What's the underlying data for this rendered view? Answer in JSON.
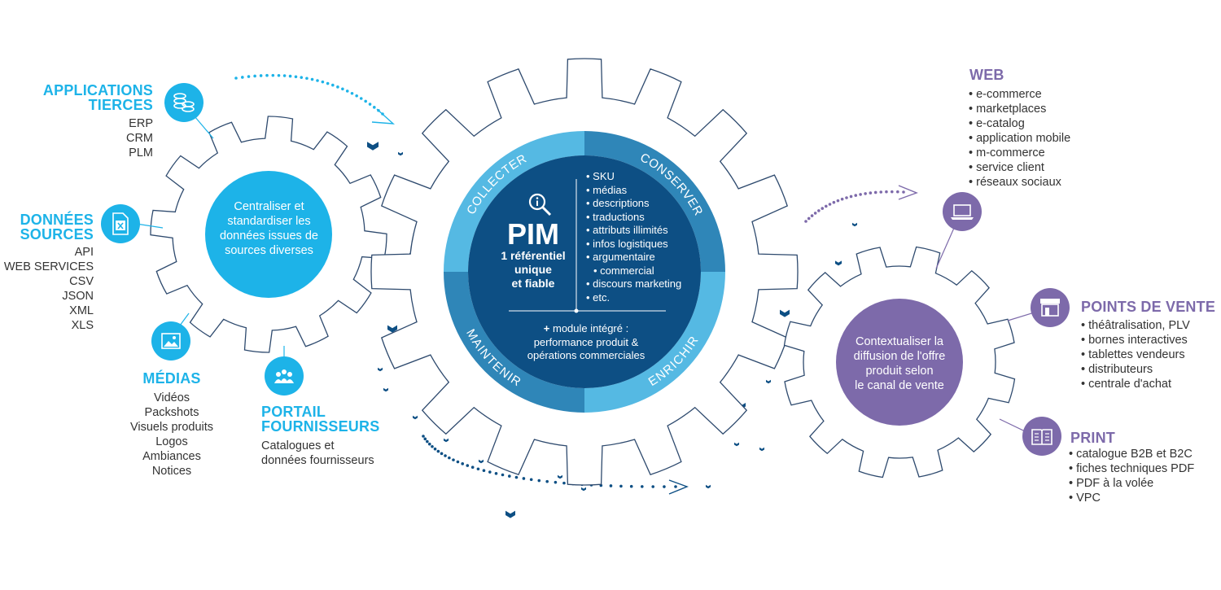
{
  "left_hub": {
    "text": [
      "Centraliser et",
      "standardiser les",
      "données issues de",
      "sources diverses"
    ]
  },
  "sources": {
    "applications": {
      "title": [
        "APPLICATIONS",
        "TIERCES"
      ],
      "items": [
        "ERP",
        "CRM",
        "PLM"
      ],
      "icon": "database-coins-icon"
    },
    "donnees": {
      "title": [
        "DONNÉES",
        "SOURCES"
      ],
      "items": [
        "API",
        "WEB SERVICES",
        "CSV",
        "JSON",
        "XML",
        "XLS"
      ],
      "icon": "excel-file-icon"
    },
    "medias": {
      "title": [
        "MÉDIAS"
      ],
      "items": [
        "Vidéos",
        "Packshots",
        "Visuels produits",
        "Logos",
        "Ambiances",
        "Notices"
      ],
      "icon": "image-icon"
    },
    "portail": {
      "title": [
        "PORTAIL",
        "FOURNISSEURS"
      ],
      "items": [
        "Catalogues et",
        "données fournisseurs"
      ],
      "icon": "people-group-icon"
    }
  },
  "pim": {
    "title": "PIM",
    "subtitle": [
      "1 référentiel",
      "unique",
      "et fiable"
    ],
    "list": [
      "SKU",
      "médias",
      "descriptions",
      "traductions",
      "attributs illimités",
      "infos logistiques",
      "argumentaire",
      "commercial",
      "discours marketing",
      "etc."
    ],
    "module_plus": "+",
    "module": [
      " module intégré :",
      "performance produit &",
      "opérations commerciales"
    ],
    "ring": {
      "collecter": "COLLECTER",
      "conserver": "CONSERVER",
      "enrichir": "ENRICHIR",
      "maintenir": "MAINTENIR"
    },
    "icon": "magnifier-info-icon"
  },
  "right_hub": {
    "text": [
      "Contextualiser la",
      "diffusion de l'offre",
      "produit selon",
      "le canal de vente"
    ]
  },
  "channels": {
    "web": {
      "title": "WEB",
      "items": [
        "e-commerce",
        "marketplaces",
        "e-catalog",
        "application mobile",
        "m-commerce",
        "service client",
        "réseaux sociaux"
      ],
      "icon": "laptop-icon"
    },
    "points": {
      "title": "POINTS DE VENTE",
      "items": [
        "théâtralisation, PLV",
        "bornes interactives",
        "tablettes vendeurs",
        "distributeurs",
        "centrale d'achat"
      ],
      "icon": "storefront-icon"
    },
    "print": {
      "title": "PRINT",
      "items": [
        "catalogue B2B et B2C",
        "fiches techniques PDF",
        "PDF à la volée",
        "VPC"
      ],
      "icon": "open-book-icon"
    }
  },
  "colors": {
    "cyan": "#1db3e8",
    "navy": "#0d4f84",
    "ring_light": "#55b9e3",
    "ring_mid": "#2f86b8",
    "purple": "#7d6aaa",
    "gear_stroke": "#2e4a6e"
  }
}
